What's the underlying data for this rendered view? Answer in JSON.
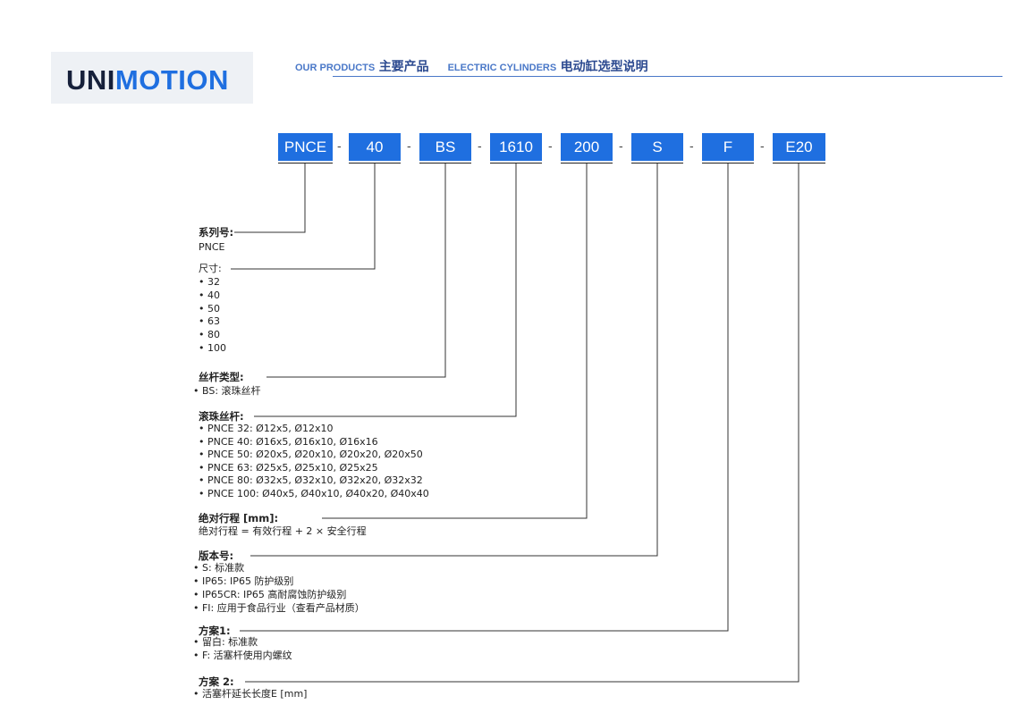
{
  "logo": {
    "part1": "UNI",
    "part2": "MOTION"
  },
  "header": {
    "en1": "OUR PRODUCTS",
    "cn1": "主要产品",
    "en2": "ELECTRIC CYLINDERS",
    "cn2": "电动缸选型说明"
  },
  "code": [
    "PNCE",
    "40",
    "BS",
    "1610",
    "200",
    "S",
    "F",
    "E20"
  ],
  "dash": "-",
  "sections": {
    "series": {
      "title": "系列号:",
      "items": [
        "PNCE"
      ]
    },
    "size": {
      "title": "尺寸:",
      "items": [
        "• 32",
        "• 40",
        "• 50",
        "• 63",
        "• 80",
        "• 100"
      ]
    },
    "screw_type": {
      "title": "丝杆类型:",
      "items": [
        "• BS: 滚珠丝杆"
      ]
    },
    "ball_screw": {
      "title": "滚珠丝杆:",
      "items": [
        "• PNCE 32: Ø12x5, Ø12x10",
        "• PNCE 40: Ø16x5, Ø16x10, Ø16x16",
        "• PNCE 50: Ø20x5, Ø20x10, Ø20x20, Ø20x50",
        "• PNCE 63: Ø25x5, Ø25x10, Ø25x25",
        "• PNCE 80: Ø32x5, Ø32x10, Ø32x20, Ø32x32",
        "• PNCE 100: Ø40x5, Ø40x10, Ø40x20, Ø40x40"
      ]
    },
    "stroke": {
      "title": "绝对行程 [mm]:",
      "items": [
        "绝对行程 = 有效行程 + 2 × 安全行程"
      ]
    },
    "version": {
      "title": "版本号:",
      "items": [
        "• S: 标准款",
        "• IP65: IP65 防护级别",
        "• IP65CR: IP65 高耐腐蚀防护级别",
        "• FI: 应用于食品行业（查看产品材质）"
      ]
    },
    "option1": {
      "title": "方案1:",
      "items": [
        "• 留白: 标准款",
        "• F: 活塞杆使用内螺纹"
      ]
    },
    "option2": {
      "title": "方案 2:",
      "items": [
        "• 活塞杆延长长度E [mm]"
      ]
    }
  }
}
